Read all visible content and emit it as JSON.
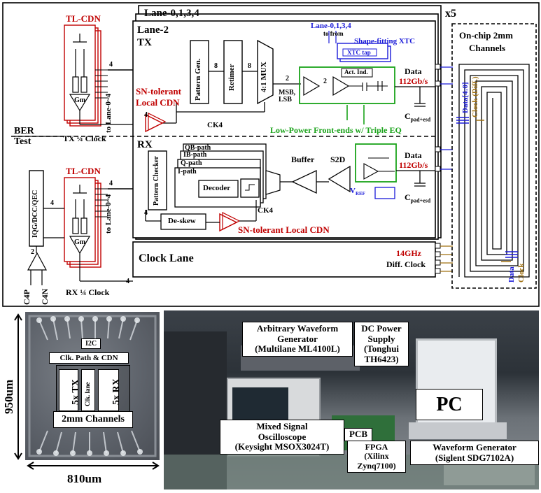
{
  "schematic": {
    "multiplier": "x5",
    "lane_group": "Lane-0,1,3,4",
    "lane2": "Lane-2",
    "tx": "TX",
    "rx": "RX",
    "ber_test": "BER Test",
    "tl_cdn_top": "TL-CDN",
    "tl_cdn_bottom": "TL-CDN",
    "gm_top": "Gm",
    "gm_bottom": "Gm",
    "to_lane_top": "to Lane-0~4",
    "to_lane_bottom": "to Lane-0~4",
    "tx_clock": "TX ¼ Clock",
    "rx_clock": "RX ¼ Clock",
    "sn_local_cdn_l1": "SN-tolerant",
    "sn_local_cdn_l2": "Local CDN",
    "sn_local_cdn_rx": "SN-tolerant Local CDN",
    "pattern_gen": "Pattern Gen.",
    "retimer": "Retimer",
    "mux": "4:1 MUX",
    "msb_lsb": "MSB, LSB",
    "ck4_tx": "CK4",
    "ck4_rx": "CK4",
    "lane_to_from_l1": "Lane-0,1,3,4",
    "lane_to_from_l2": "to  from",
    "shape_fitting": "Shape-fitting XTC",
    "xtc_tap": "XTC tap",
    "act_ind": "Act. Ind.",
    "data_tx": "Data",
    "rate_tx": "112Gb/s",
    "cpad_tx": "C",
    "cpad_tx_sub": "pad+esd",
    "low_power": "Low-Power Front-ends w/ Triple EQ",
    "qb_path": "QB-path",
    "ib_path": "IB-path",
    "q_path": "Q-path",
    "i_path": "I-path",
    "decoder": "Decoder",
    "pattern_checker": "Pattern Checker",
    "buffer": "Buffer",
    "s2d": "S2D",
    "vref": "V",
    "vref_sub": "REF",
    "data_rx": "Data",
    "rate_rx": "112Gb/s",
    "cpad_rx": "C",
    "cpad_rx_sub": "pad+esd",
    "de_skew": "De-skew",
    "iqg": "IQG/DCC/QEC",
    "clock_lane": "Clock Lane",
    "freq": "14GHz",
    "diff_clock": "Diff. Clock",
    "c4p": "C4P",
    "c4n": "C4N",
    "on_chip": "On-chip 2mm",
    "channels": "Channels",
    "data_40": "Data[4:0]",
    "clock_diff": "Clock (Diff.)",
    "data_br": "Data",
    "clock_br": "Clock",
    "bus4": "4",
    "bus2": "2",
    "bus8": "8"
  },
  "die": {
    "i2c": "I2C",
    "clk_path": "Clk. Path & CDN",
    "tx": "5x TX",
    "clk_lane": "Clk. lane",
    "rx": "5x RX",
    "channels": "2mm Channels",
    "height": "950um",
    "width": "810um"
  },
  "bench": {
    "awg": "Arbitrary Waveform Generator (Multilane ML4100L)",
    "awg_l1": "Arbitrary Waveform",
    "awg_l2": "Generator",
    "awg_l3": "(Multilane ML4100L)",
    "dc_l1": "DC Power",
    "dc_l2": "Supply",
    "dc_l3": "(Tonghui",
    "dc_l4": "TH6423)",
    "pc": "PC",
    "mso_l1": "Mixed Signal",
    "mso_l2": "Oscilloscope",
    "mso_l3": "(Keysight MSOX3024T)",
    "pcb": "PCB",
    "fpga_l1": "FPGA",
    "fpga_l2": "(Xilinx",
    "fpga_l3": "Zynq7100)",
    "wg_l1": "Waveform Generator",
    "wg_l2": "(Siglent SDG7102A)"
  }
}
